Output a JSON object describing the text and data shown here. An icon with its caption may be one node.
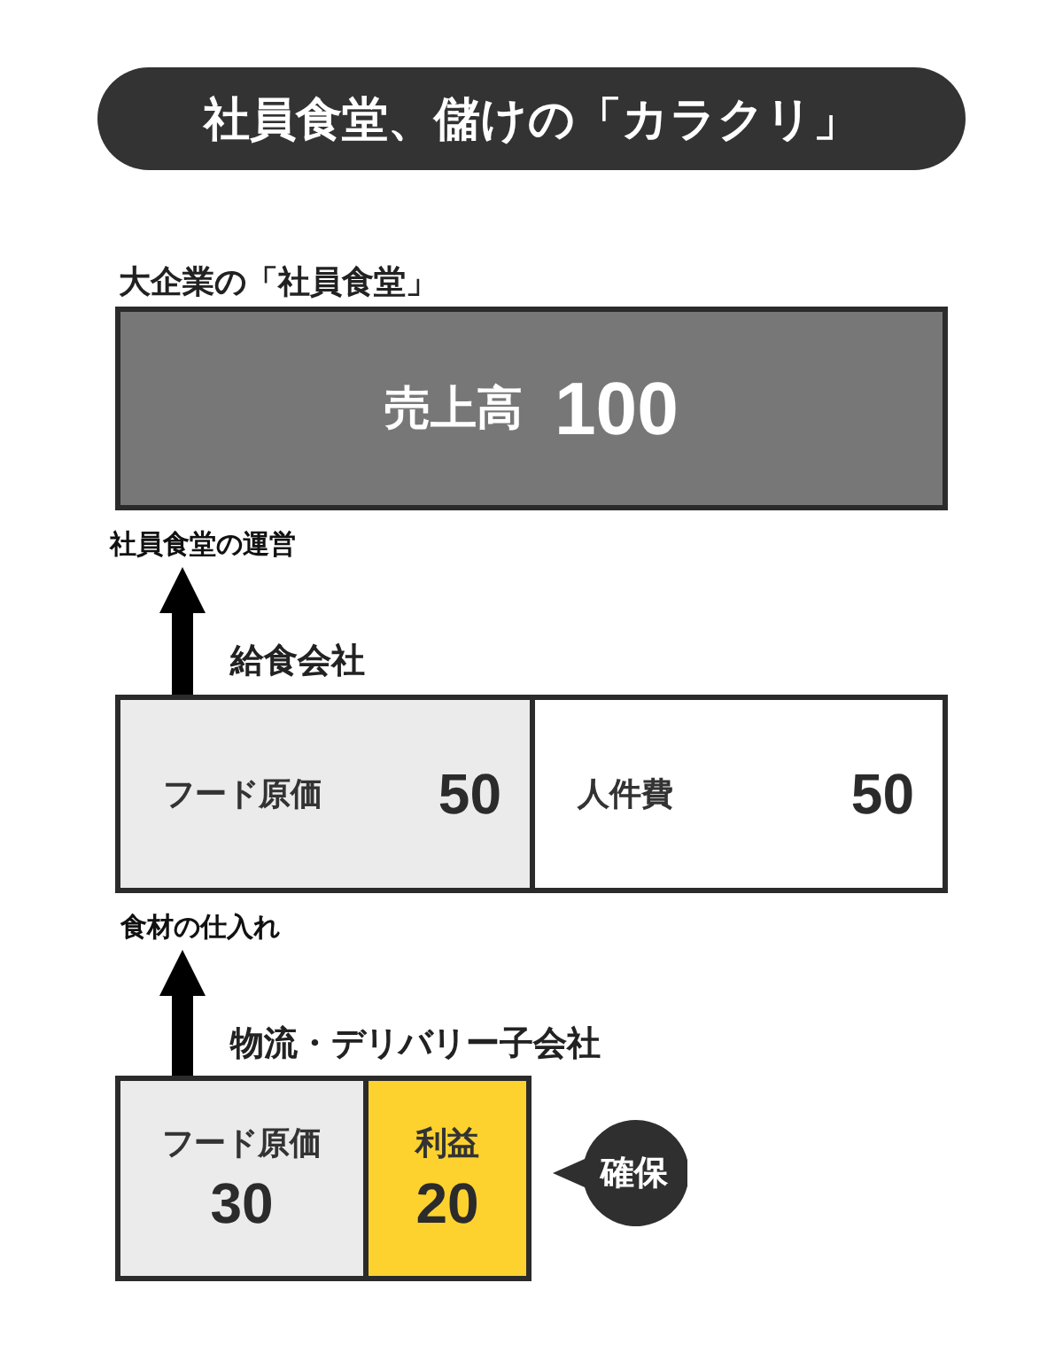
{
  "diagram": {
    "title": "社員食堂、儲けの「カラクリ」",
    "nodes": [
      {
        "text": [
          "大企業の「社員食堂」",
          "売上高",
          "100"
        ]
      },
      {
        "text": [
          "社員食堂の運営"
        ]
      },
      {
        "text": [
          "給食会社"
        ]
      },
      {
        "text": [
          "フード原価",
          "50"
        ],
        "in": 2
      },
      {
        "text": [
          "人件費",
          "50"
        ],
        "in": 2
      },
      {
        "text": [
          "食材の仕入れ"
        ]
      },
      {
        "text": [
          "物流・デリバリー子会社"
        ]
      },
      {
        "text": [
          "フード原価",
          "30"
        ],
        "in": 6
      },
      {
        "text": [
          "利益",
          "20"
        ],
        "in": 6
      },
      {
        "text": [
          "確保"
        ]
      }
    ],
    "edges": [
      {
        "from": 3,
        "to": 1,
        "arrow": "to"
      },
      {
        "from": 7,
        "to": 5,
        "arrow": "to"
      }
    ]
  }
}
